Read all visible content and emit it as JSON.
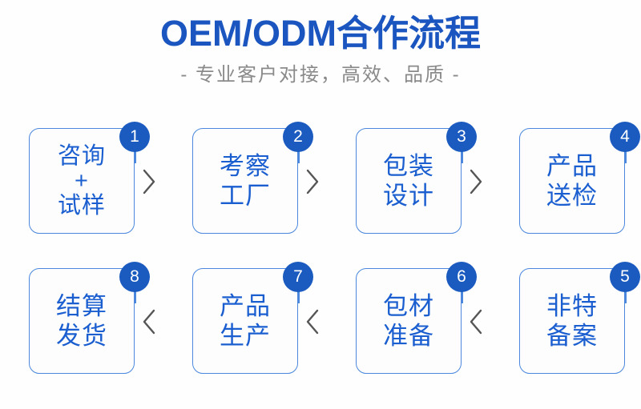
{
  "header": {
    "title": "OEM/ODM合作流程",
    "subtitle": "- 专业客户对接，高效、品质 -",
    "title_color": "#1b55bf",
    "subtitle_color": "#8a8a8a"
  },
  "theme": {
    "badge_color": "#1b5bbf",
    "box_border_color": "#4a87dd",
    "box_text_color": "#1a5ed0",
    "chevron_color": "#555555",
    "background_color": "#fefefe"
  },
  "flow": {
    "row1": {
      "direction": "left-to-right",
      "connector_icon": "chevron-right-icon",
      "steps": [
        {
          "number": "1",
          "label": "咨询\n+\n试样",
          "lines": 3
        },
        {
          "number": "2",
          "label": "考察\n工厂",
          "lines": 2
        },
        {
          "number": "3",
          "label": "包装\n设计",
          "lines": 2
        },
        {
          "number": "4",
          "label": "产品\n送检",
          "lines": 2
        }
      ]
    },
    "row2": {
      "direction": "right-to-left",
      "connector_icon": "chevron-left-icon",
      "steps": [
        {
          "number": "8",
          "label": "结算\n发货",
          "lines": 2
        },
        {
          "number": "7",
          "label": "产品\n生产",
          "lines": 2
        },
        {
          "number": "6",
          "label": "包材\n准备",
          "lines": 2
        },
        {
          "number": "5",
          "label": "非特\n备案",
          "lines": 2
        }
      ]
    }
  }
}
